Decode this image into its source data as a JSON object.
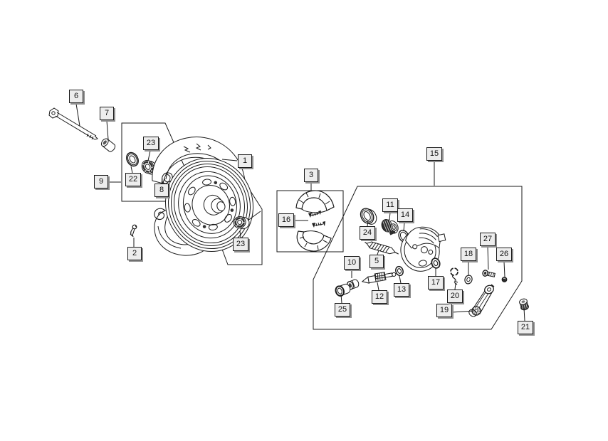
{
  "diagram": {
    "type": "exploded-parts-diagram",
    "line_color": "#1a1a1a",
    "callout_box_bg": "#ededed",
    "callout_shadow": "#8f8f8f",
    "callouts": {
      "c1": "1",
      "c2": "2",
      "c3": "3",
      "c5": "5",
      "c6": "6",
      "c7": "7",
      "c8": "8",
      "c9": "9",
      "c10": "10",
      "c11": "11",
      "c12": "12",
      "c13": "13",
      "c14": "14",
      "c15": "15",
      "c16": "16",
      "c17": "17",
      "c18": "18",
      "c19": "19",
      "c20": "20",
      "c21": "21",
      "c22": "22",
      "c23a": "23",
      "c23b": "23",
      "c24": "24",
      "c25": "25",
      "c26": "26",
      "c27": "27"
    }
  }
}
